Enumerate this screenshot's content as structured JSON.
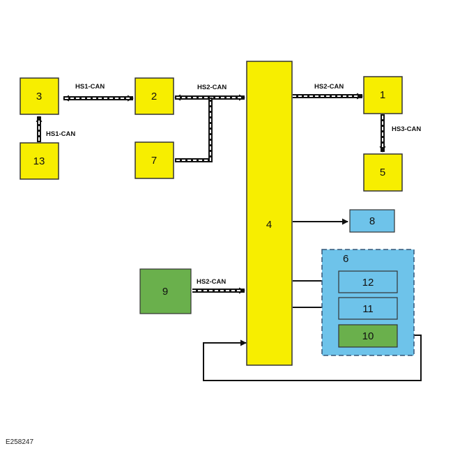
{
  "colors": {
    "yellow": "#f7ee00",
    "green": "#6ab04c",
    "blue": "#6ec3ea",
    "outline": "#333333",
    "line": "#111111"
  },
  "diagram": {
    "figure_id": "E258247",
    "modules": {
      "m1": "1",
      "m2": "2",
      "m3": "3",
      "m4": "4",
      "m5": "5",
      "m6": "6",
      "m7": "7",
      "m8": "8",
      "m9": "9",
      "m10": "10",
      "m11": "11",
      "m12": "12",
      "m13": "13"
    },
    "buses": {
      "b3_2": "HS1-CAN",
      "b13_3": "HS1-CAN",
      "b2_4": "HS2-CAN",
      "b4_1": "HS2-CAN",
      "b1_5": "HS3-CAN",
      "b9_4": "HS2-CAN"
    }
  }
}
